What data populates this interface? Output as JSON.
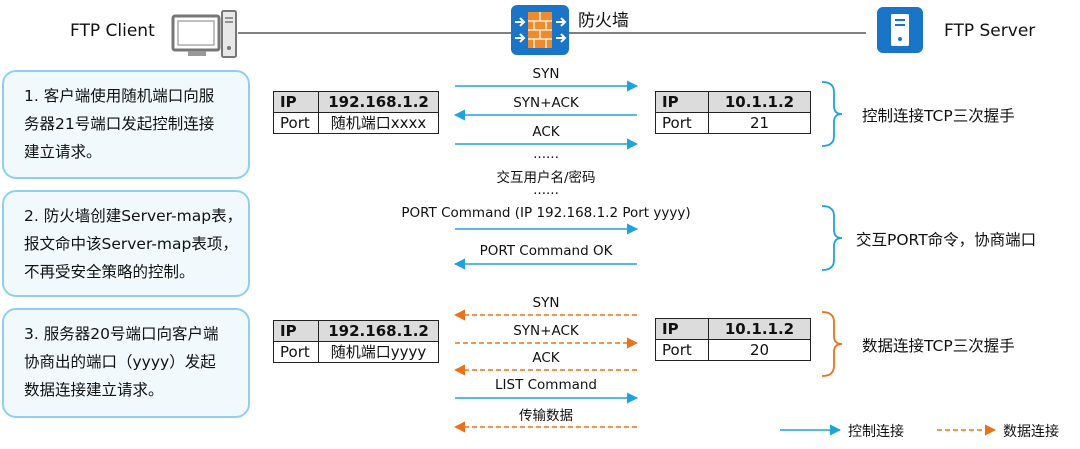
{
  "header": {
    "client_title": "FTP Client",
    "firewall_title": "防火墙",
    "server_title": "FTP Server"
  },
  "steps": [
    {
      "lines": [
        "1. 客户端使用随机端口向服",
        "务器21号端口发起控制连接",
        "建立请求。"
      ]
    },
    {
      "lines": [
        "2. 防火墙创建Server-map表，",
        "报文命中该Server-map表项，",
        "不再受安全策略的控制。"
      ]
    },
    {
      "lines": [
        "3. 服务器20号端口向客户端",
        "协商出的端口（yyyy）发起",
        "数据连接建立请求。"
      ]
    }
  ],
  "endpoints": {
    "client1": {
      "k1": "IP",
      "v1": "192.168.1.2",
      "k2": "Port",
      "v2": "随机端口xxxx"
    },
    "server1": {
      "k1": "IP",
      "v1": "10.1.1.2",
      "k2": "Port",
      "v2": "21"
    },
    "client2": {
      "k1": "IP",
      "v1": "192.168.1.2",
      "k2": "Port",
      "v2": "随机端口yyyy"
    },
    "server2": {
      "k1": "IP",
      "v1": "10.1.1.2",
      "k2": "Port",
      "v2": "20"
    }
  },
  "messages": {
    "syn1": "SYN",
    "synack1": "SYN+ACK",
    "ack1": "ACK",
    "dots1": "......",
    "auth": "交互用户名/密码",
    "dots2": "......",
    "port_cmd": "PORT Command (IP 192.168.1.2 Port yyyy)",
    "port_ok": "PORT Command OK",
    "syn2": "SYN",
    "synack2": "SYN+ACK",
    "ack2": "ACK",
    "list": "LIST Command",
    "transfer": "传输数据"
  },
  "phase_notes": {
    "control": "控制连接TCP三次握手",
    "port": "交互PORT命令，协商端口",
    "data": "数据连接TCP三次握手"
  },
  "legend": {
    "control": "控制连接",
    "data": "数据连接"
  },
  "colors": {
    "control": "#1fa3dc",
    "data": "#e8731a",
    "step_border": "#8fd0ec",
    "brace": "#1fa3dc",
    "data_brace": "#e8731a"
  }
}
